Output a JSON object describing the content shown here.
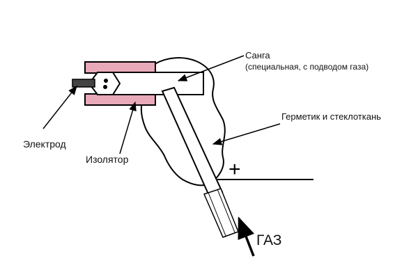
{
  "labels": {
    "collet": "Санга",
    "collet_note": "(специальная, с подводом газа)",
    "sealant": "Герметик и стеклоткань",
    "electrode": "Электрод",
    "insulator": "Изолятор",
    "gas": "ГАЗ",
    "plus": "+"
  },
  "colors": {
    "insulator": "#e8a9b8",
    "line": "#000000"
  }
}
